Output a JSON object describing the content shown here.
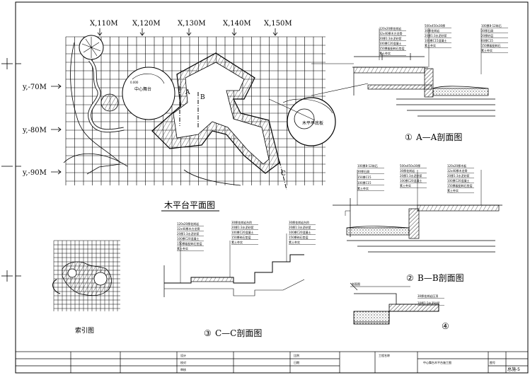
{
  "sheet": {
    "x_axis_labels": [
      "X,110M",
      "X,120M",
      "X,130M",
      "X,140M",
      "X,150M"
    ],
    "y_axis_labels": [
      "y,-70M",
      "y,-80M",
      "y,-90M"
    ],
    "plan_title": "木平台平面图",
    "index_title": "索引图",
    "plan_labels": {
      "platform": "中心舞台",
      "elevation": "0.000",
      "pavilion": "木平亭底板",
      "a": "A",
      "b": "B",
      "c": "C"
    }
  },
  "sections": {
    "aa": {
      "number": "①",
      "title": "A—A剖面图",
      "notes_left": [
        "120x20厚花岗岩",
        "32x40厚木方龙骨",
        "20厚1:3水泥砂浆",
        "100厚C20混凝土",
        "150厚级配碎石垫层",
        "素土夯实"
      ],
      "notes_mid": [
        "500x450x30厚",
        "30厚花岗岩",
        "20厚1:3水泥砂浆",
        "100厚C15混凝土",
        "素土夯实"
      ],
      "notes_right": [
        "100厚8-12碎石",
        "30厚石屑",
        "20厚砂层",
        "60厚C15",
        "150厚级配碎石",
        "素土夯实"
      ]
    },
    "bb": {
      "number": "②",
      "title": "B—B剖面图",
      "notes_left": [
        "100厚8-12碎石",
        "30厚石屑",
        "150厚C15",
        "100厚C15",
        "素土夯实"
      ],
      "notes_mid": [
        "500x450x30厚",
        "30厚花岗岩",
        "20厚1:3水泥砂浆",
        "100厚C20混凝土",
        "素土夯实"
      ],
      "notes_right": [
        "120x20厚木板",
        "32x40厚木龙骨",
        "20厚1:3水泥砂浆",
        "100厚C20混凝土",
        "150厚级配碎石垫层",
        "素土夯实"
      ]
    },
    "cc": {
      "number": "③",
      "title": "C—C剖面图",
      "notes_left": [
        "120x20厚花岗岩",
        "32x40厚木方龙骨",
        "20厚1:3水泥砂浆",
        "100厚C20混凝土",
        "150厚级配碎石垫层",
        "素土夯实"
      ],
      "notes_mid": [
        "30厚花岗岩台阶",
        "20厚1:3水泥砂浆",
        "100厚C20混凝土",
        "150厚碎石垫层",
        "素土夯实"
      ],
      "notes_right": [
        "30厚花岗岩台阶",
        "20厚1:3水泥砂浆",
        "100厚C20混凝土",
        "150厚碎石垫层",
        "素土夯实"
      ]
    },
    "d4": {
      "number": "④",
      "callout": "剖面图",
      "notes": [
        "30厚花岗岩压顶",
        "30厚1:3水泥砂浆"
      ]
    }
  },
  "title_block": {
    "row_labels": [
      "设计",
      "校对",
      "审核"
    ],
    "project_label": "工程名称",
    "drawing_name": "中心舞台木平台施工图",
    "drawing_no_label": "图号",
    "drawing_no": "总施-5",
    "scale_label": "比例",
    "date_label": "日期"
  },
  "colors": {
    "line": "#000000",
    "background": "#ffffff",
    "fill_gray": "#cccccc"
  }
}
